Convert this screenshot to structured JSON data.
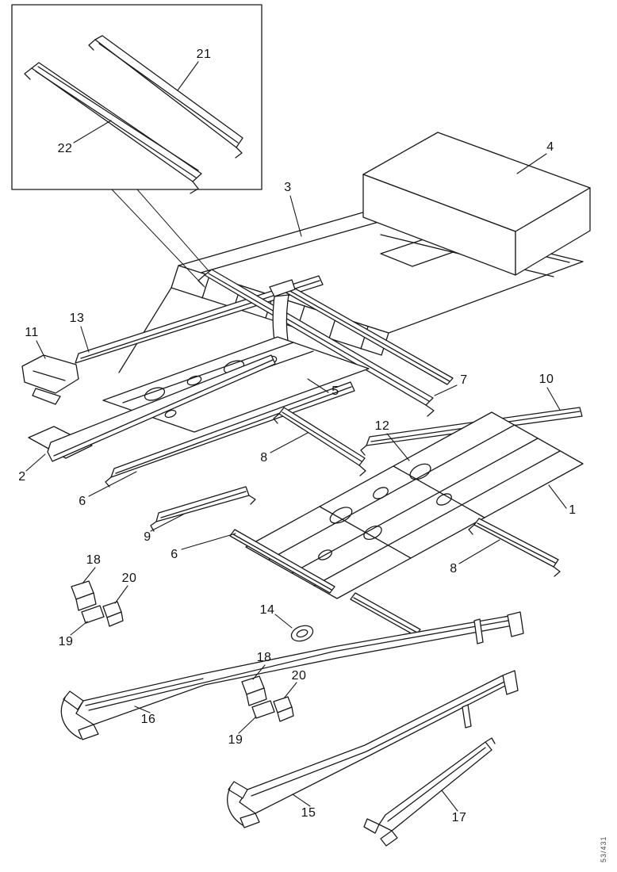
{
  "figure": {
    "corner_code": "53/431",
    "callouts": [
      {
        "label": "21"
      },
      {
        "label": "22"
      },
      {
        "label": "4"
      },
      {
        "label": "3"
      },
      {
        "label": "11"
      },
      {
        "label": "13"
      },
      {
        "label": "7"
      },
      {
        "label": "10"
      },
      {
        "label": "5"
      },
      {
        "label": "12"
      },
      {
        "label": "2"
      },
      {
        "label": "8"
      },
      {
        "label": "6"
      },
      {
        "label": "9"
      },
      {
        "label": "6"
      },
      {
        "label": "1"
      },
      {
        "label": "8"
      },
      {
        "label": "18"
      },
      {
        "label": "20"
      },
      {
        "label": "19"
      },
      {
        "label": "14"
      },
      {
        "label": "16"
      },
      {
        "label": "18"
      },
      {
        "label": "20"
      },
      {
        "label": "19"
      },
      {
        "label": "15"
      },
      {
        "label": "17"
      }
    ]
  }
}
